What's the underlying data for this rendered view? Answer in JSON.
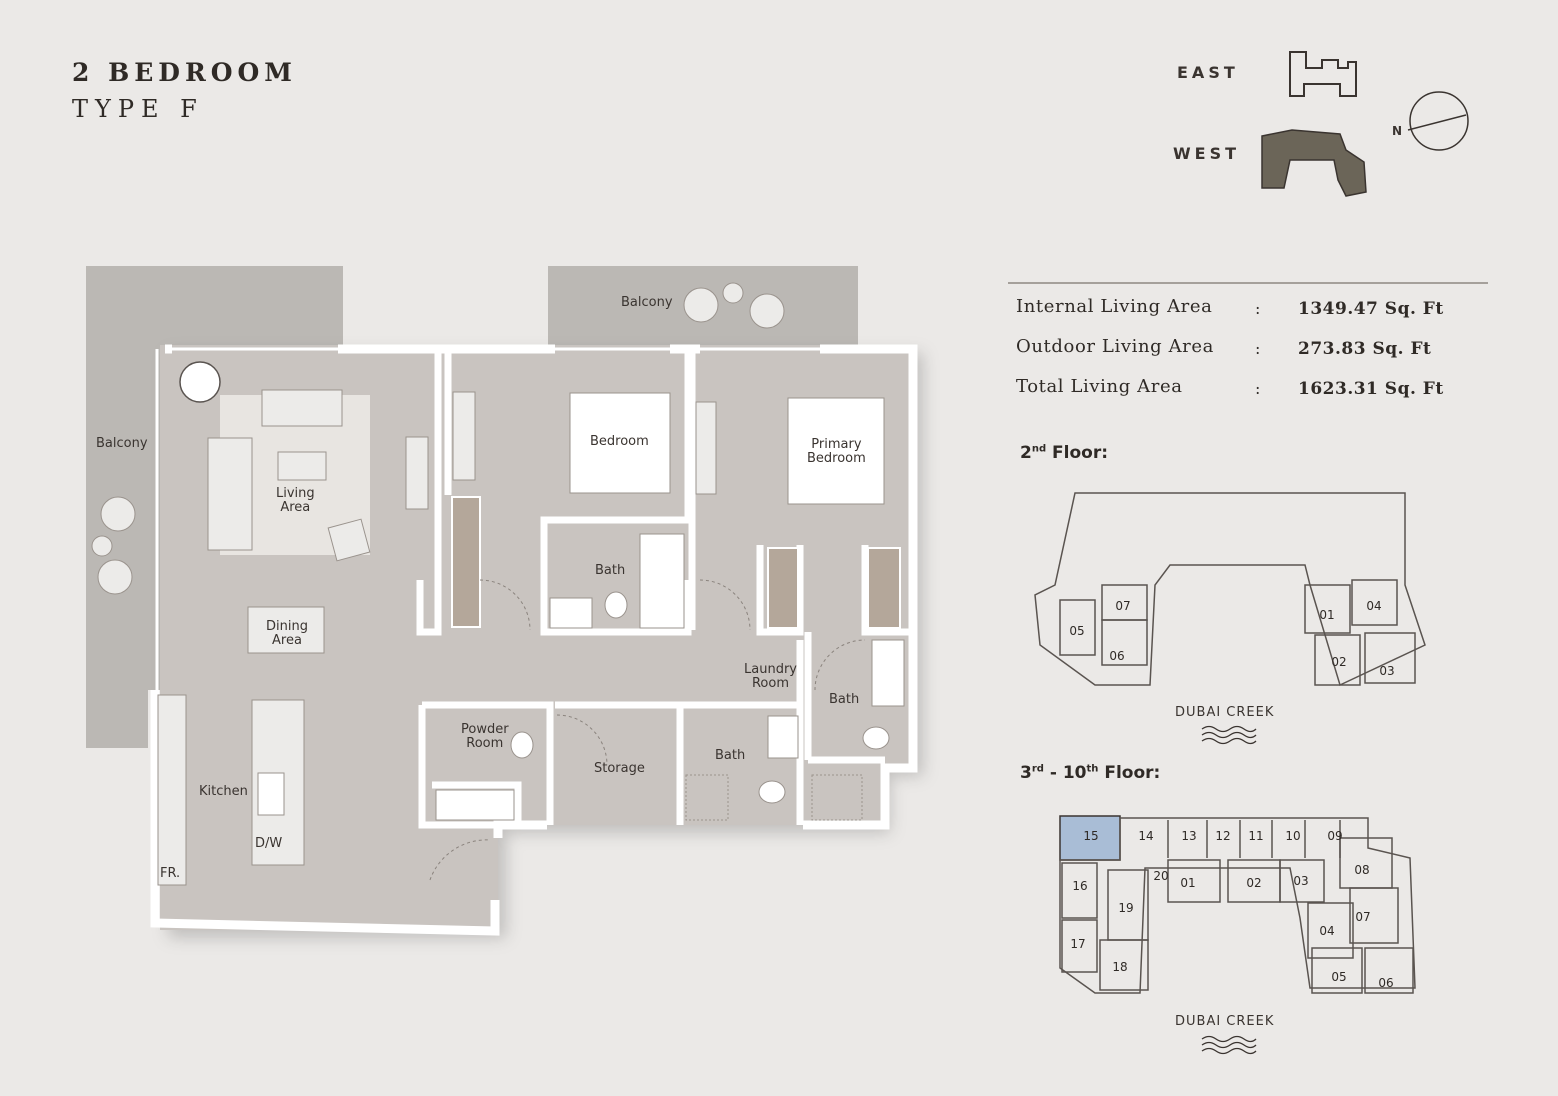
{
  "header": {
    "title": "2 BEDROOM",
    "subtitle": "TYPE F"
  },
  "orientation": {
    "east_label": "EAST",
    "west_label": "WEST",
    "north_label": "N",
    "selected_wing": "WEST"
  },
  "areas": [
    {
      "label": "Internal Living Area",
      "value": "1349.47 Sq. Ft"
    },
    {
      "label": "Outdoor Living Area",
      "value": "273.83 Sq. Ft"
    },
    {
      "label": "Total Living Area",
      "value": "1623.31 Sq. Ft"
    }
  ],
  "area_separator": ":",
  "rooms": {
    "balcony_left": "Balcony",
    "balcony_top": "Balcony",
    "living": [
      "Living",
      "Area"
    ],
    "dining": [
      "Dining",
      "Area"
    ],
    "kitchen": "Kitchen",
    "dw": "D/W",
    "fridge": "FR.",
    "bedroom": "Bedroom",
    "primary": [
      "Primary",
      "Bedroom"
    ],
    "bath1": "Bath",
    "bath2": "Bath",
    "bath3": "Bath",
    "laundry": [
      "Laundry",
      "Room"
    ],
    "powder": [
      "Powder",
      "Room"
    ],
    "storage": "Storage"
  },
  "floor2": {
    "title_num": "2",
    "title_sup": "nd",
    "title_rest": " Floor:",
    "units": [
      "07",
      "05",
      "06",
      "01",
      "04",
      "02",
      "03"
    ],
    "creek_label": "DUBAI CREEK"
  },
  "floor3": {
    "title_a": "3",
    "title_sup_a": "rd",
    "title_mid": " - 10",
    "title_sup_b": "th",
    "title_rest": " Floor:",
    "units": [
      "15",
      "14",
      "13",
      "12",
      "11",
      "10",
      "09",
      "16",
      "20",
      "01",
      "02",
      "03",
      "08",
      "19",
      "07",
      "17",
      "04",
      "18",
      "05",
      "06"
    ],
    "highlighted_unit": "15",
    "creek_label": "DUBAI CREEK"
  },
  "colors": {
    "background": "#ebe9e7",
    "floor_fill": "#c9c4c0",
    "balcony_fill": "#bbb8b4",
    "wall": "#ffffff",
    "wood": "#b4a79a",
    "west_wing": "#6b6558",
    "highlight_unit": "#a9bdd6"
  }
}
